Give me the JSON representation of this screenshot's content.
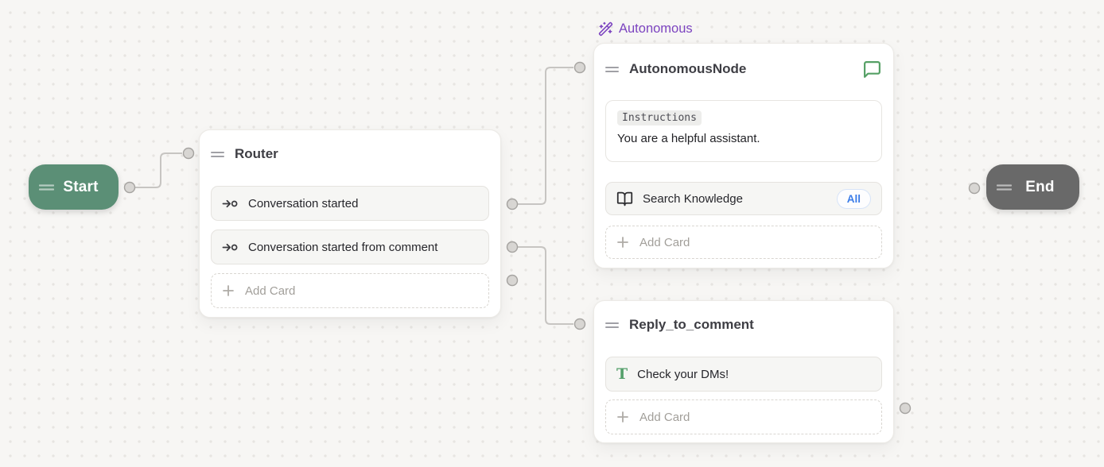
{
  "canvas": {
    "background": "#f7f6f4",
    "dot_color": "#e7e5e2",
    "edge_color": "#c7c5c2",
    "port_fill": "#d8d6d3",
    "port_stroke": "#a6a4a1"
  },
  "start_node": {
    "label": "Start",
    "color": "#5b8f76"
  },
  "end_node": {
    "label": "End",
    "color": "#696969"
  },
  "router_node": {
    "title": "Router",
    "cards": [
      {
        "label": "Conversation started",
        "icon": "trigger-icon"
      },
      {
        "label": "Conversation started from comment",
        "icon": "trigger-icon"
      }
    ],
    "add_card_label": "Add Card"
  },
  "autonomous_node": {
    "type_badge": "Autonomous",
    "type_badge_color": "#7c44c0",
    "type_badge_icon": "wand-sparkles-icon",
    "title": "AutonomousNode",
    "header_icon": "chat-bubble-icon",
    "header_icon_color": "#55a065",
    "instructions_label": "Instructions",
    "instructions_text": "You are a helpful assistant.",
    "search_knowledge": {
      "label": "Search Knowledge",
      "icon": "book-open-icon",
      "scope_badge": "All",
      "scope_badge_color": "#3b7ce8"
    },
    "add_card_label": "Add Card"
  },
  "reply_node": {
    "title": "Reply_to_comment",
    "text_card": {
      "label": "Check your DMs!",
      "icon": "text-icon",
      "icon_color": "#55a06b"
    },
    "add_card_label": "Add Card"
  }
}
